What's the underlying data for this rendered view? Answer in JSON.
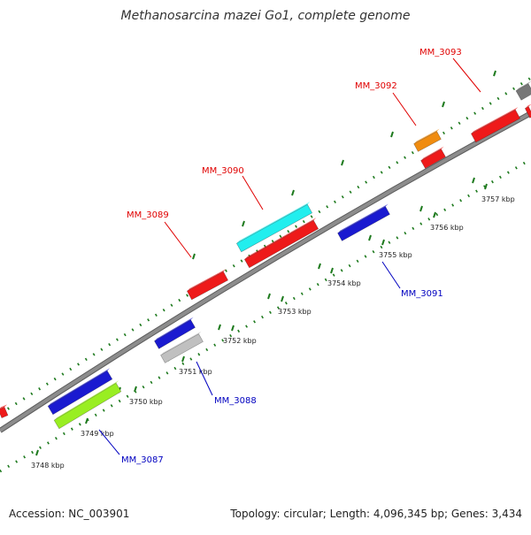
{
  "title": "Methanosarcina mazei Go1, complete genome",
  "footer": {
    "accession": "Accession: NC_003901",
    "summary": "Topology: circular; Length: 4,096,345 bp; Genes: 3,434"
  },
  "colors": {
    "backbone": "#8c8c8c",
    "ticks": "#1e7a1e",
    "forward_label": "#e00000",
    "reverse_label": "#0000c0"
  },
  "ruler": {
    "unit": "kbp",
    "ticks": [
      {
        "kbp": 3748,
        "label": "3748 kbp"
      },
      {
        "kbp": 3749,
        "label": "3749 kbp"
      },
      {
        "kbp": 3750,
        "label": "3750 kbp"
      },
      {
        "kbp": 3751,
        "label": "3751 kbp"
      },
      {
        "kbp": 3752,
        "label": "3752 kbp"
      },
      {
        "kbp": 3753,
        "label": "3753 kbp"
      },
      {
        "kbp": 3754,
        "label": "3754 kbp"
      },
      {
        "kbp": 3755,
        "label": "3755 kbp"
      },
      {
        "kbp": 3756,
        "label": "3756 kbp"
      },
      {
        "kbp": 3757,
        "label": "3757 kbp"
      }
    ]
  },
  "features": [
    {
      "label": "MM_3087",
      "strand": "reverse",
      "color": "#99ee22"
    },
    {
      "label": "",
      "strand": "reverse",
      "color": "#1a1ad0"
    },
    {
      "label": "MM_3088",
      "strand": "reverse",
      "color": "#c0c0c0"
    },
    {
      "label": "",
      "strand": "reverse",
      "color": "#1a1ad0"
    },
    {
      "label": "MM_3089",
      "strand": "forward",
      "color": "#ee1a1a"
    },
    {
      "label": "MM_3090",
      "strand": "forward",
      "color": "#22eeee"
    },
    {
      "label": "",
      "strand": "forward",
      "color": "#ee1a1a"
    },
    {
      "label": "MM_3091",
      "strand": "reverse",
      "color": "#1a1ad0"
    },
    {
      "label": "MM_3092",
      "strand": "forward",
      "color": "#f08c10"
    },
    {
      "label": "",
      "strand": "forward",
      "color": "#ee1a1a"
    },
    {
      "label": "MM_3093",
      "strand": "forward",
      "color": "#ee1a1a"
    },
    {
      "label": "",
      "strand": "forward",
      "color": "#777777"
    },
    {
      "label": "",
      "strand": "forward",
      "color": "#ee1a1a"
    },
    {
      "label": "",
      "strand": "forward",
      "color": "#ee1a1a"
    }
  ]
}
